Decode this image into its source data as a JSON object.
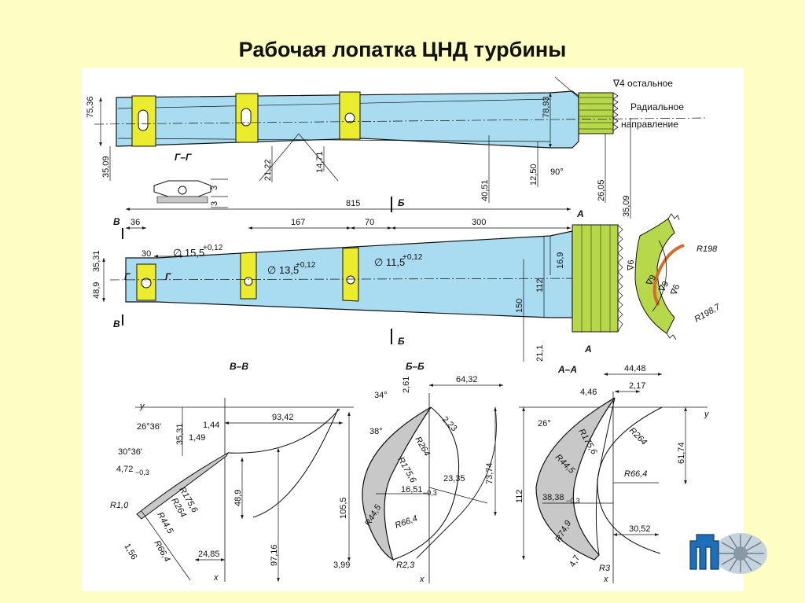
{
  "title": "Рабочая лопатка ЦНД турбины",
  "colors": {
    "background": "#fdfdc4",
    "blade": "#a9dcf0",
    "band": "#ecec2e",
    "root": "#b6d84a",
    "section_fill": "#c8c8c8"
  },
  "notes": {
    "surface": "∇4 остальное",
    "radial_1": "Радиальное",
    "radial_2": "направление"
  },
  "section_labels": {
    "gg": "Г–Г",
    "vv": "В–В",
    "bb": "Б–Б",
    "aa": "А–А",
    "v": "В",
    "b": "Б",
    "a": "А",
    "g": "Г"
  },
  "dims_top": {
    "d7536": "75,36",
    "d3509a": "35,09",
    "d2122": "21,22",
    "d1471": "14,71",
    "d7893": "78,93",
    "d4051": "40,51",
    "d1250": "12,50",
    "d90": "90°",
    "d2605": "26,05",
    "d3509b": "35,09",
    "d3a": "3",
    "d3b": "3"
  },
  "dims_plan": {
    "d815": "815",
    "d36": "36",
    "d167": "167",
    "d70": "70",
    "d300": "300",
    "d30": "30",
    "d3531": "35,31",
    "d489": "48,9",
    "hole1": "∅ 15,5",
    "hole1_tol": "+0,12",
    "hole2": "∅ 13,5",
    "hole2_tol": "+0,12",
    "hole3": "∅ 11,5",
    "hole3_tol": "+0,12",
    "d169": "16,9",
    "d150": "150",
    "d112": "112",
    "d211": "21,1"
  },
  "root_view": {
    "r198": "R198",
    "r1987": "R198,7",
    "d6a": "∇6",
    "d9a": "∇9",
    "d9b": "∇9",
    "d6b": "∇6"
  },
  "vv": {
    "y": "y",
    "x": "x",
    "a1": "26°36′",
    "a2": "30°36′",
    "d3531": "35,31",
    "d144": "1,44",
    "d149": "1,49",
    "d9342": "93,42",
    "d472": "4,72",
    "d472_tol": "−0,3",
    "r10": "R1,0",
    "r1756": "R175,6",
    "r264": "R264",
    "r445": "R44,5",
    "r664": "R66,4",
    "d156": "1,56",
    "d489": "48,9",
    "d9716": "97,16",
    "d2485": "24,85"
  },
  "bb": {
    "x": "x",
    "a34": "34°",
    "d261": "2,61",
    "d6432": "64,32",
    "a38": "38°",
    "d223": "2,23",
    "r264": "R264",
    "r1756": "R175,6",
    "d1055": "105,5",
    "d1651": "16,51",
    "d1651_tol": "−0,3",
    "d2335": "23,35",
    "d7374": "73,74",
    "r445": "R44,5",
    "r664": "R66,4",
    "d399": "3,99",
    "r23": "R2,3"
  },
  "aa": {
    "y": "y",
    "x": "x",
    "d4448": "44,48",
    "d446": "4,46",
    "d217": "2,17",
    "a26": "26°",
    "r1756": "R175,6",
    "r264": "R264",
    "r445": "R44,5",
    "d6174": "61,74",
    "r664": "R66,4",
    "d112": "112",
    "d3838": "38,38",
    "d3838_tol": "−0,3",
    "r749": "R74,9",
    "d3052": "30,52",
    "d47": "4,7",
    "r3": "R3"
  }
}
